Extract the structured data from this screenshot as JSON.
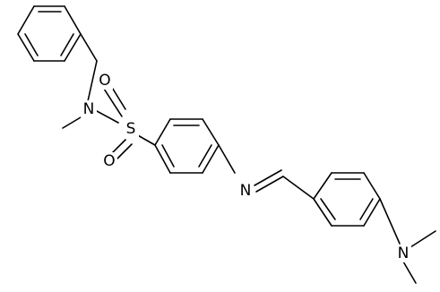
{
  "molecule": {
    "atoms": {
      "sulfur": "S",
      "sulfonyl_oxygen_top": "O",
      "sulfonyl_oxygen_bottom": "O",
      "sulfonamide_nitrogen": "N",
      "imine_nitrogen": "N",
      "dimethylamino_nitrogen": "N"
    }
  },
  "colors": {
    "bond": "#000000",
    "label": "#000000",
    "background": "#ffffff"
  }
}
